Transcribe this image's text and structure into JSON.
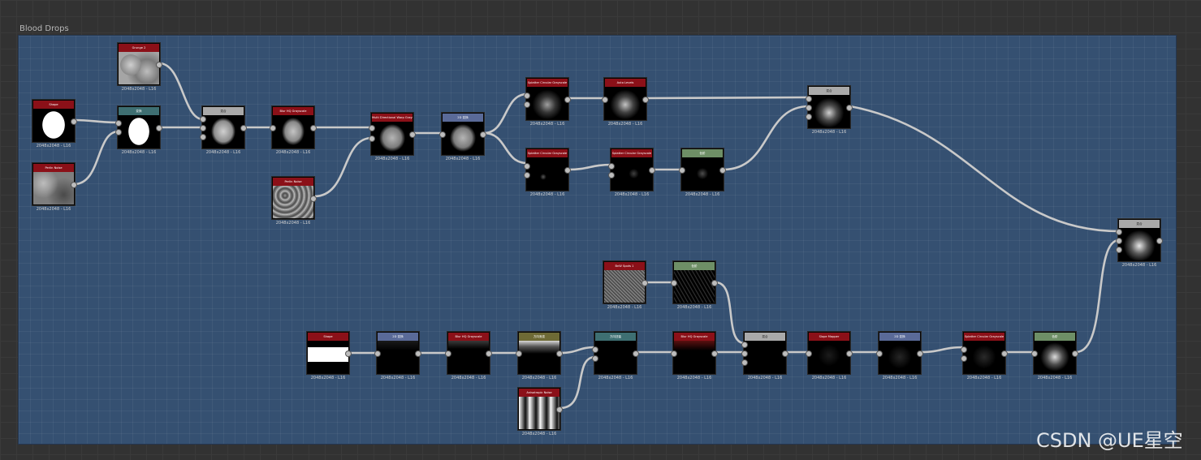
{
  "frame": {
    "title": "Blood Drops"
  },
  "watermark": "CSDN @UE星空",
  "colors": {
    "frame_bg": "#355071",
    "wire": "#c9c9c9",
    "header_red": "#8b1018",
    "header_grey": "#a9a9a9",
    "header_teal": "#3e6f72",
    "header_slate": "#5a6a98",
    "header_green": "#6e8f66"
  },
  "nodes": {
    "grunge2": {
      "title": "Grunge 2",
      "res": "2048x2048 - L16"
    },
    "shape1": {
      "title": "Shape",
      "res": "2048x2048 - L16"
    },
    "transform1": {
      "title": "变换",
      "res": "2048x2048 - L16"
    },
    "perlin1": {
      "title": "Perlin Noise",
      "res": "2048x2048 - L16"
    },
    "blend1": {
      "title": "混合",
      "res": "2048x2048 - L16"
    },
    "blurhq1": {
      "title": "Blur HQ Grayscale",
      "res": "2048x2048 - L16"
    },
    "perlin2": {
      "title": "Perlin Noise",
      "res": "2048x2048 - L16"
    },
    "multiwarp": {
      "title": "Multi Directional Warp Grayscale",
      "res": "2048x2048 - L16"
    },
    "transform2d1": {
      "title": "2D 变换",
      "res": "2048x2048 - L16"
    },
    "splatter1": {
      "title": "Splatter Circular Grayscale",
      "res": "2048x2048 - L16"
    },
    "autolevels": {
      "title": "Auto Levels",
      "res": "2048x2048 - L16"
    },
    "splatter2": {
      "title": "Splatter Circular Grayscale",
      "res": "2048x2048 - L16"
    },
    "splatter3": {
      "title": "Splatter Circular Grayscale",
      "res": "2048x2048 - L16"
    },
    "levels1": {
      "title": "色阶",
      "res": "2048x2048 - L16"
    },
    "blend2": {
      "title": "混合",
      "res": "2048x2048 - L16"
    },
    "blend_final": {
      "title": "混合",
      "res": "2048x2048 - L16"
    },
    "bnw": {
      "title": "BnW Spots 1",
      "res": "2048x2048 - L16"
    },
    "levels2": {
      "title": "色阶",
      "res": "2048x2048 - L16"
    },
    "shape2": {
      "title": "Shape",
      "res": "2048x2048 - L16"
    },
    "transform2d2": {
      "title": "2D 变换",
      "res": "2048x2048 - L16"
    },
    "blurhq2": {
      "title": "Blur HQ Grayscale",
      "res": "2048x2048 - L16"
    },
    "gradient1": {
      "title": "方向渐变",
      "res": "2048x2048 - L16"
    },
    "aniso": {
      "title": "Anisotropic Noise",
      "res": "2048x2048 - L16"
    },
    "warp1": {
      "title": "方向扭曲",
      "res": "2048x2048 - L16"
    },
    "blurhq3": {
      "title": "Blur HQ Grayscale",
      "res": "2048x2048 - L16"
    },
    "blend3": {
      "title": "混合",
      "res": "2048x2048 - L16"
    },
    "slopemapper": {
      "title": "Slope Mapper",
      "res": "2048x2048 - L16"
    },
    "transform2d3": {
      "title": "2D 变换",
      "res": "2048x2048 - L16"
    },
    "splatter4": {
      "title": "Splatter Circular Grayscale",
      "res": "2048x2048 - L16"
    },
    "levels3": {
      "title": "色阶",
      "res": "2048x2048 - L16"
    }
  }
}
